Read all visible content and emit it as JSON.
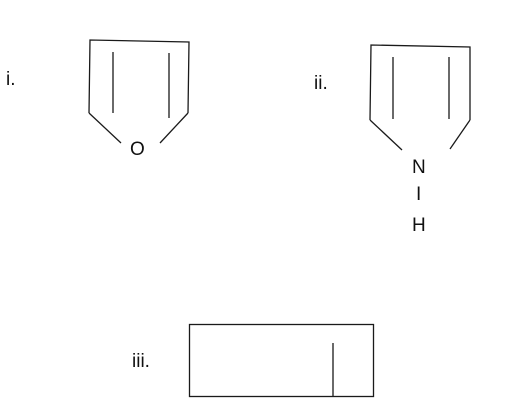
{
  "diagram": {
    "stroke_color": "#1a1a1a",
    "background": "#ffffff",
    "items": [
      {
        "label": "i.",
        "structure": "furan-like five-membered ring",
        "heteroatom": "O"
      },
      {
        "label": "ii.",
        "structure": "pyrrole-like five-membered ring",
        "heteroatom": "N",
        "bond_symbol": "I",
        "substituent": "H"
      },
      {
        "label": "iii.",
        "structure": "rectangle with one vertical line"
      }
    ]
  }
}
